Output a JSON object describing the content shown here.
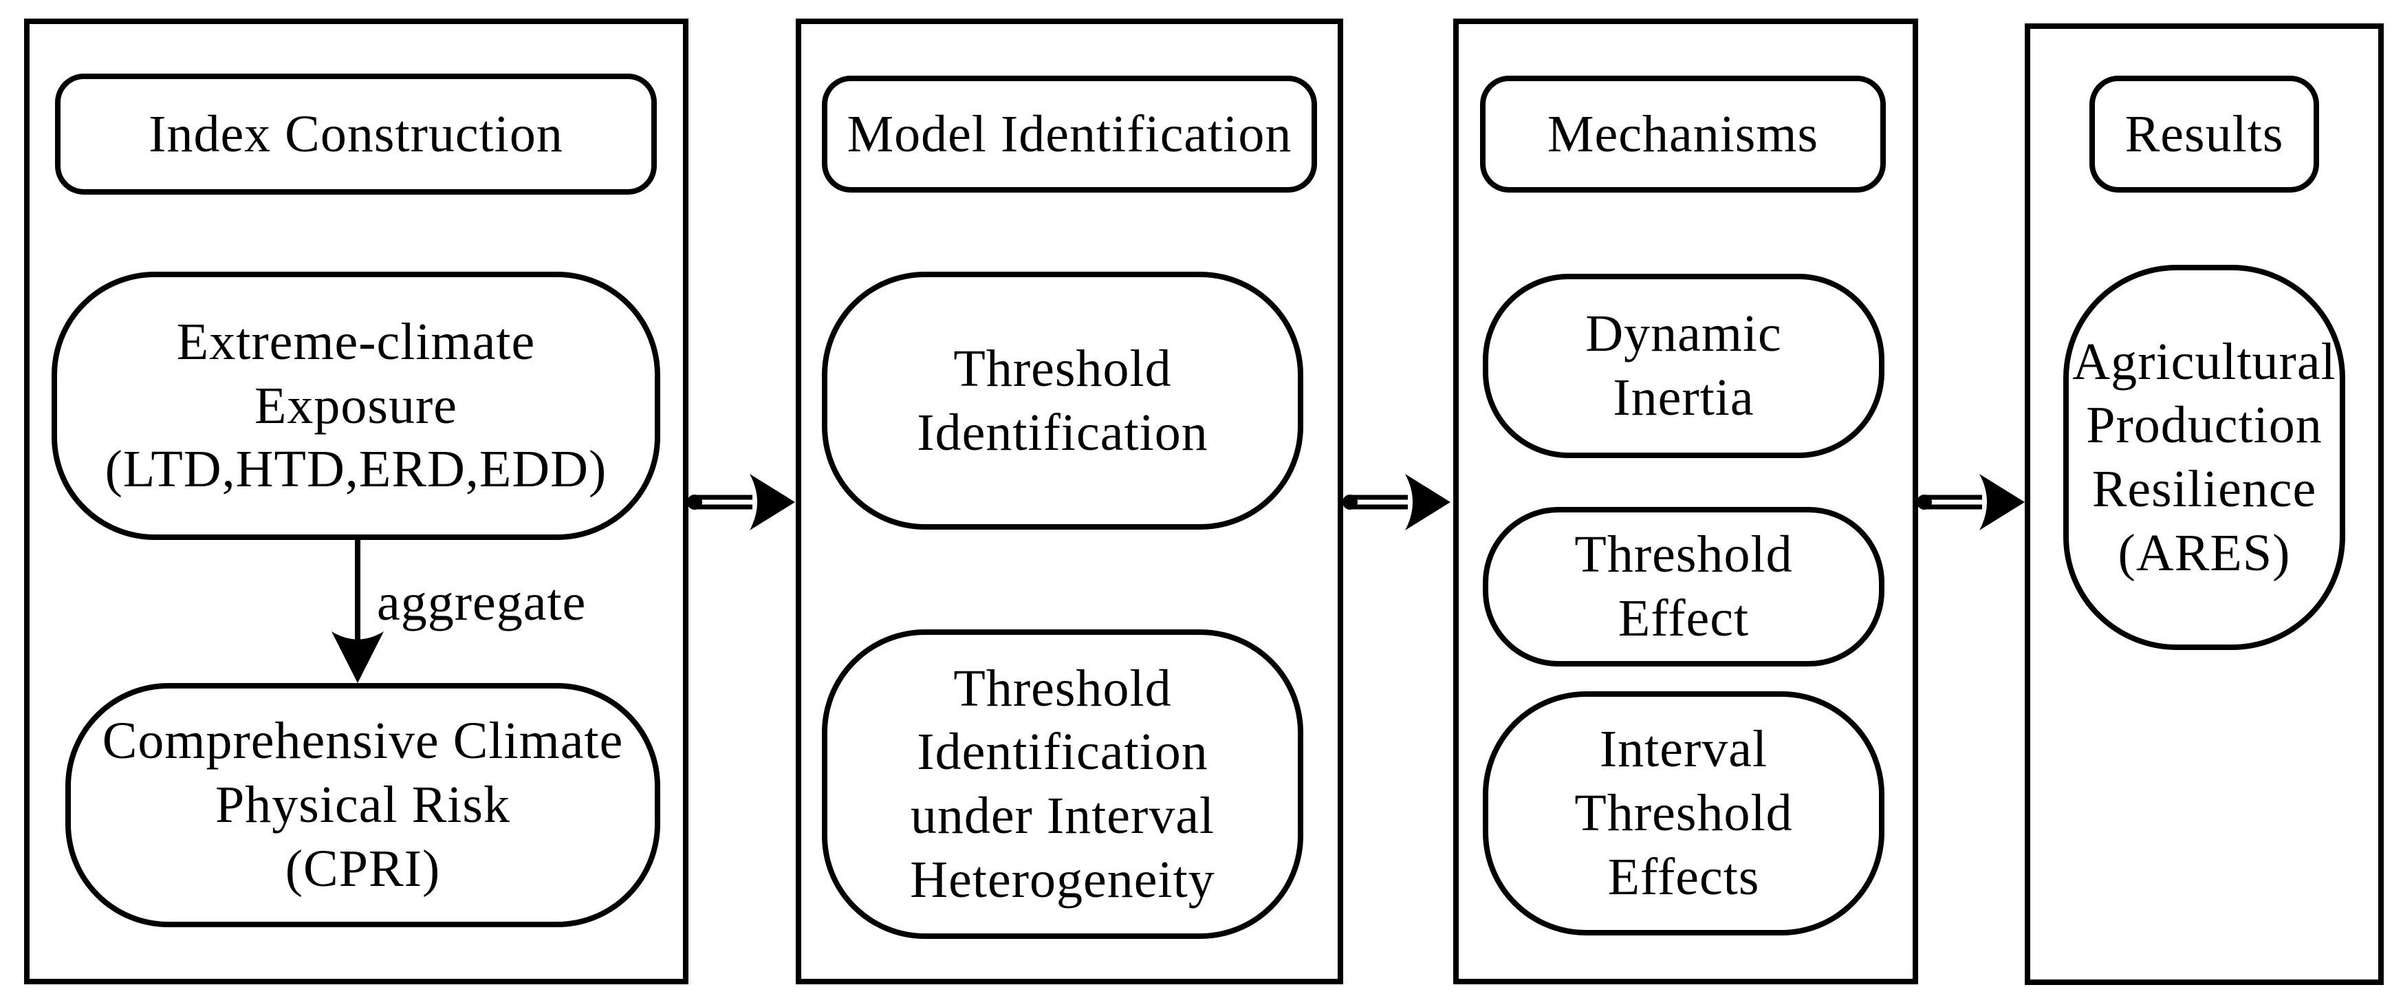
{
  "palette": {
    "background": "#ffffff",
    "line": "#000000"
  },
  "columns": [
    {
      "header": "Index Construction",
      "nodes": [
        {
          "label": "Extreme-climate\nExposure\n(LTD,HTD,ERD,EDD)"
        },
        {
          "label": "Comprehensive Climate\nPhysical Risk\n(CPRI)"
        }
      ],
      "arrow_label": "aggregate"
    },
    {
      "header": "Model Identification",
      "nodes": [
        {
          "label": "Threshold\nIdentification"
        },
        {
          "label": "Threshold\nIdentification\nunder Interval\nHeterogeneity"
        }
      ]
    },
    {
      "header": "Mechanisms",
      "nodes": [
        {
          "label": "Dynamic\nInertia"
        },
        {
          "label": "Threshold\nEffect"
        },
        {
          "label": "Interval\nThreshold\nEffects"
        }
      ]
    },
    {
      "header": "Results",
      "nodes": [
        {
          "label": "Agricultural\nProduction\nResilience\n(ARES)"
        }
      ]
    }
  ],
  "flow": {
    "direction": "left-to-right",
    "arrow_style": "double-line",
    "inter_panel_arrows": 3
  }
}
